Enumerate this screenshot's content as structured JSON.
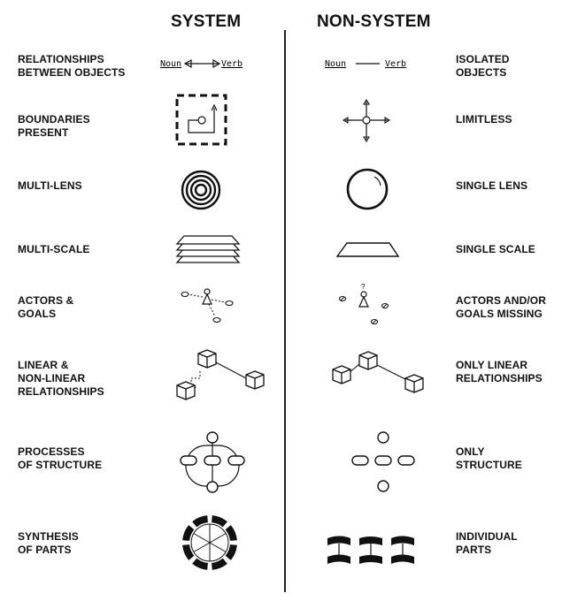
{
  "headers": {
    "system": "SYSTEM",
    "non_system": "NON-SYSTEM"
  },
  "rows": [
    {
      "system_label": "RELATIONSHIPS\nBETWEEN OBJECTS",
      "non_system_label": "ISOLATED\nOBJECTS"
    },
    {
      "system_label": "BOUNDARIES\nPRESENT",
      "non_system_label": "LIMITLESS"
    },
    {
      "system_label": "MULTI-LENS",
      "non_system_label": "SINGLE LENS"
    },
    {
      "system_label": "MULTI-SCALE",
      "non_system_label": "SINGLE SCALE"
    },
    {
      "system_label": "ACTORS &\nGOALS",
      "non_system_label": "ACTORS AND/OR\nGOALS MISSING"
    },
    {
      "system_label": "LINEAR &\nNON-LINEAR\nRELATIONSHIPS",
      "non_system_label": "ONLY LINEAR\nRELATIONSHIPS"
    },
    {
      "system_label": "PROCESSES\nOF STRUCTURE",
      "non_system_label": "ONLY\nSTRUCTURE"
    },
    {
      "system_label": "SYNTHESIS\nOF PARTS",
      "non_system_label": "INDIVIDUAL\nPARTS"
    }
  ],
  "icon_text": {
    "noun": "Noun",
    "verb": "Verb",
    "question_mark": "?"
  }
}
